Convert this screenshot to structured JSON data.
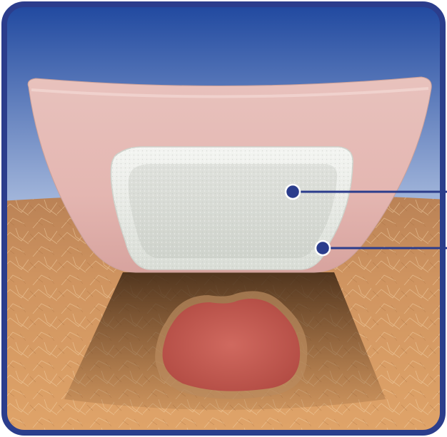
{
  "illustration": {
    "subject": "wound-dressing-on-skin",
    "callouts": [
      {
        "marker": "dot",
        "target": "absorbent-pad"
      },
      {
        "marker": "dot",
        "target": "pad-border"
      }
    ]
  },
  "colors": {
    "frame_border": "#2b3d8c",
    "sky_top": "#1e4aa0",
    "sky_bottom": "#ffffff",
    "skin": "#c98d54",
    "skin_dark": "#9a6233",
    "dressing_backing": "#e3b7b2",
    "pad": "#e9ece8",
    "wound": "#c4574f",
    "callout": "#2b3d8c"
  }
}
